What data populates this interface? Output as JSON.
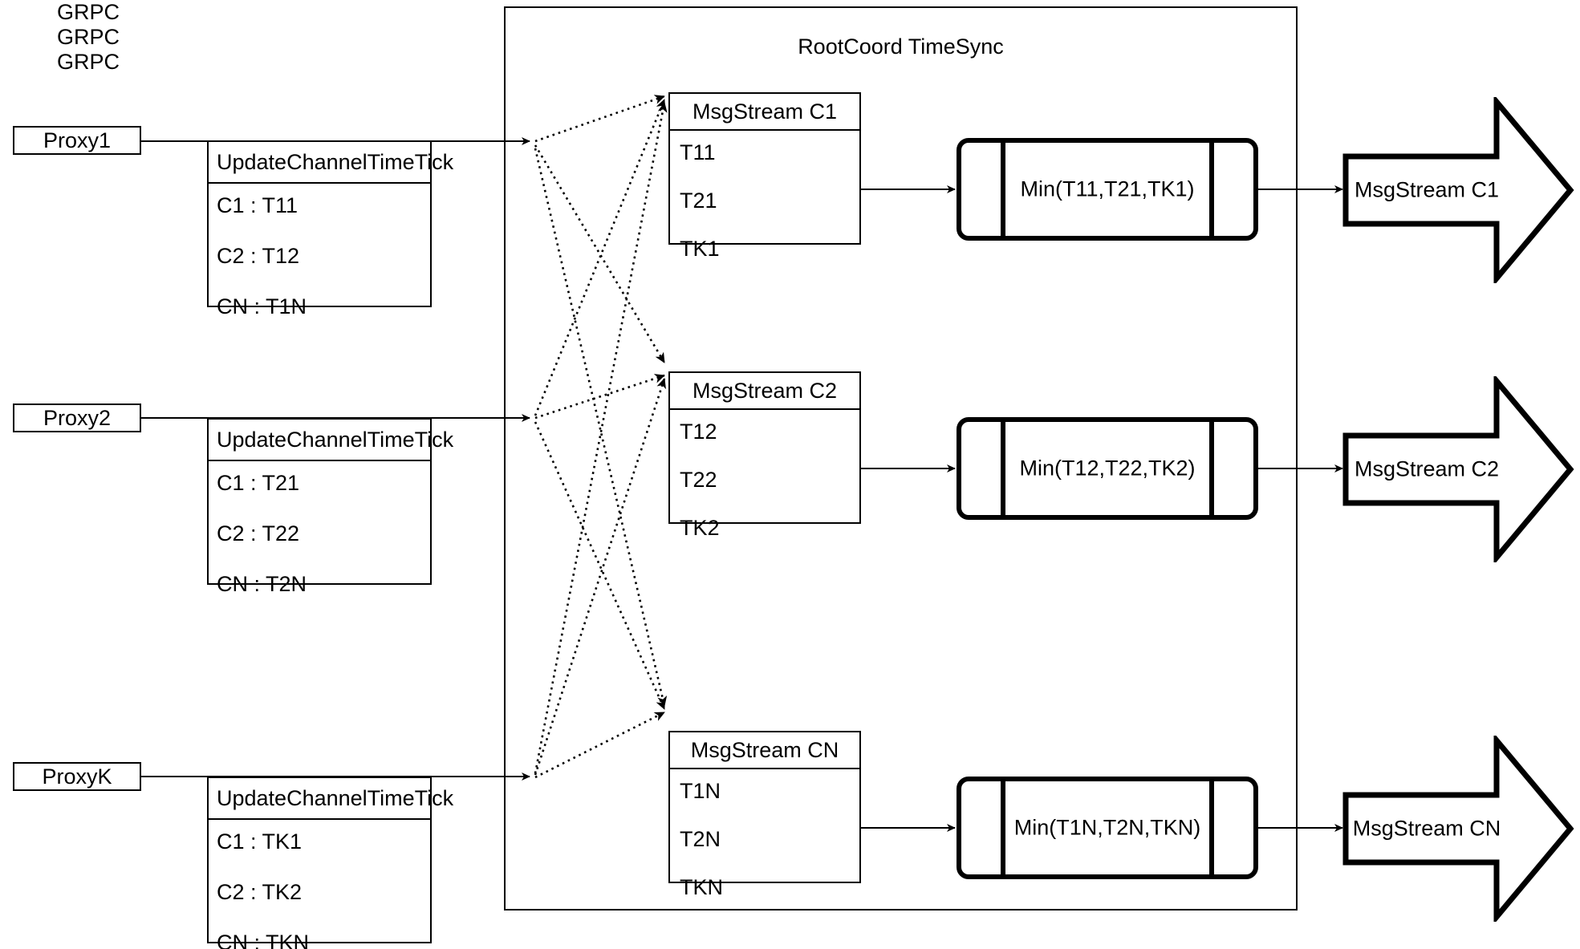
{
  "diagram": {
    "container_title": "RootCoord TimeSync",
    "grpc_label": "GRPC",
    "uct_title": "UpdateChannelTimeTick"
  },
  "proxies": [
    {
      "name": "Proxy1",
      "grpc": "GRPC",
      "uct_title": "UpdateChannelTimeTick",
      "rows": [
        "C1 :  T11",
        "C2 :  T12",
        "CN : T1N"
      ]
    },
    {
      "name": "Proxy2",
      "grpc": "GRPC",
      "uct_title": "UpdateChannelTimeTick",
      "rows": [
        "C1 :  T21",
        "C2 :  T22",
        "CN : T2N"
      ]
    },
    {
      "name": "ProxyK",
      "grpc": "GRPC",
      "uct_title": "UpdateChannelTimeTick",
      "rows": [
        "C1 :  TK1",
        "C2 :  TK2",
        "CN : TKN"
      ]
    }
  ],
  "channels": [
    {
      "msgstream_title": "MsgStream C1",
      "ticks": [
        "T11",
        "T21",
        "TK1"
      ],
      "min_label": "Min(T11,T21,TK1)",
      "output_label": "MsgStream C1"
    },
    {
      "msgstream_title": "MsgStream C2",
      "ticks": [
        "T12",
        "T22",
        "TK2"
      ],
      "min_label": "Min(T12,T22,TK2)",
      "output_label": "MsgStream C2"
    },
    {
      "msgstream_title": "MsgStream CN",
      "ticks": [
        "T1N",
        "T2N",
        "TKN"
      ],
      "min_label": "Min(T1N,T2N,TKN)",
      "output_label": "MsgStream CN"
    }
  ],
  "colors": {
    "stroke": "#000000",
    "background": "#ffffff"
  }
}
